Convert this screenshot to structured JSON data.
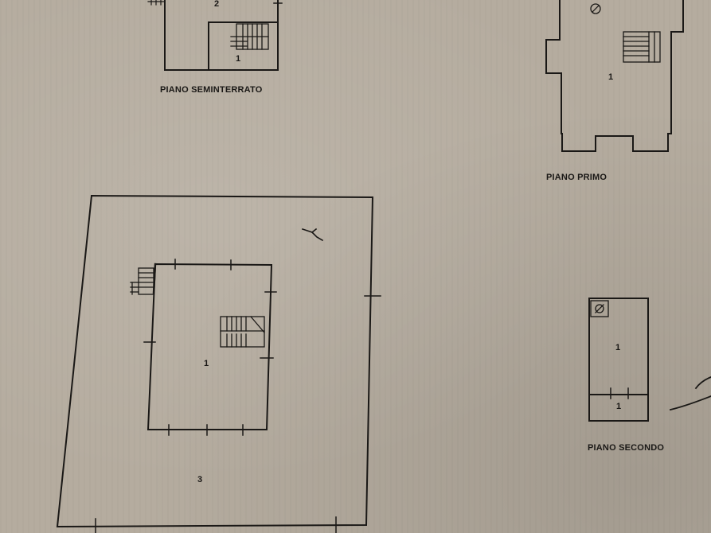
{
  "floors": {
    "seminterrato": {
      "title": "PIANO SEMINTERRATO",
      "room_upper": "2",
      "room_lower": "1"
    },
    "primo": {
      "title": "PIANO PRIMO",
      "room": "1"
    },
    "terra": {
      "room_inner": "1",
      "room_outer": "3"
    },
    "secondo": {
      "title": "PIANO SECONDO",
      "room_upper": "1",
      "room_lower": "1"
    }
  }
}
